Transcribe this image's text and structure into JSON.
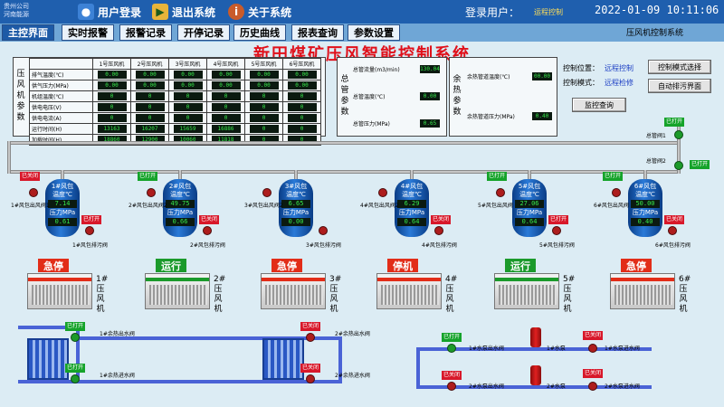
{
  "header": {
    "logo_lines": [
      "贵州公司",
      "河南能源"
    ],
    "buttons": [
      {
        "label": "用户登录",
        "icon": "user-icon"
      },
      {
        "label": "退出系统",
        "icon": "exit-icon"
      },
      {
        "label": "关于系统",
        "icon": "info-icon"
      }
    ],
    "login_label": "登录用户：",
    "login_user": "运程控制",
    "datetime": "2022-01-09  10:11:06"
  },
  "nav": {
    "tabs": [
      "主控界面",
      "实时报警",
      "报警记录",
      "开停记录",
      "历史曲线",
      "报表查询",
      "参数设置"
    ],
    "active": 0,
    "right_text": "压风机控制系统"
  },
  "title": "新田煤矿压风智能控制系统",
  "params_table": {
    "side_label": "压风机参数",
    "headers": [
      "",
      "1号压风机",
      "2号压风机",
      "3号压风机",
      "4号压风机",
      "5号压风机",
      "6号压风机"
    ],
    "rows": [
      {
        "label": "排气温度(℃)",
        "values": [
          "0.00",
          "0.00",
          "0.00",
          "0.00",
          "0.00",
          "0.00"
        ]
      },
      {
        "label": "供气压力(MPa)",
        "values": [
          "0.00",
          "0.00",
          "0.00",
          "0.00",
          "0.00",
          "0.00"
        ]
      },
      {
        "label": "机组温度(℃)",
        "values": [
          "0",
          "0",
          "0",
          "0",
          "0",
          "0"
        ]
      },
      {
        "label": "供电电压(V)",
        "values": [
          "0",
          "0",
          "0",
          "0",
          "0",
          "0"
        ]
      },
      {
        "label": "供电电流(A)",
        "values": [
          "0",
          "0",
          "0",
          "0",
          "0",
          "0"
        ]
      },
      {
        "label": "运行时间(H)",
        "values": [
          "13163",
          "16207",
          "15659",
          "16886",
          "0",
          "0"
        ]
      },
      {
        "label": "加载时间(H)",
        "values": [
          "18860",
          "12900",
          "10060",
          "11818",
          "0",
          "0"
        ]
      }
    ]
  },
  "main_pipe": {
    "side_label": "总管参数",
    "rows": [
      {
        "label": "总管流量(m3/min)",
        "value": "130.04"
      },
      {
        "label": "总管温度(℃)",
        "value": "0.00"
      },
      {
        "label": "总管压力(MPa)",
        "value": "0.65"
      }
    ]
  },
  "waste_heat": {
    "side_label": "余热参数",
    "rows": [
      {
        "label": "余热管道温度(℃)",
        "value": "00.00"
      },
      {
        "label": "余热管道压力(MPa)",
        "value": "0.40"
      }
    ]
  },
  "control": {
    "position_label": "控制位置：",
    "position_value": "远程控制",
    "mode_label": "控制模式：",
    "mode_value": "远程检修",
    "btn_mode_select": "控制模式选择",
    "btn_auto_drain": "自动排污界面",
    "btn_monitor": "监控查询"
  },
  "pipeline": {
    "main_valve_1": "总管阀1",
    "main_valve_2": "总管阀2",
    "state_open": "已打开",
    "state_closed": "已关闭"
  },
  "units": [
    {
      "tank": "1#风包",
      "temp": "7.14",
      "press": "0.61",
      "status": "急停",
      "state": "err",
      "valve_out": "1#风包出风阀1",
      "valve_drain": "1#风包排污阀",
      "name": "1#压风机",
      "top_tag": "已关闭",
      "top_tag_color": "r",
      "side_tag": "已打开"
    },
    {
      "tank": "2#风包",
      "temp": "49.75",
      "press": "0.66",
      "status": "运行",
      "state": "run",
      "valve_out": "2#风包出风阀2",
      "valve_drain": "2#风包排污阀",
      "name": "2#压风机",
      "top_tag": "已打开",
      "top_tag_color": "g",
      "side_tag": "已关闭"
    },
    {
      "tank": "3#风包",
      "temp": "6.65",
      "press": "0.00",
      "status": "急停",
      "state": "err",
      "valve_out": "3#风包出风阀2",
      "valve_drain": "3#风包排污阀",
      "name": "3#压风机",
      "top_tag": "",
      "top_tag_color": "g",
      "side_tag": ""
    },
    {
      "tank": "4#风包",
      "temp": "6.29",
      "press": "0.64",
      "status": "停机",
      "state": "err",
      "valve_out": "4#风包出风阀2",
      "valve_drain": "4#风包排污阀",
      "name": "4#压风机",
      "top_tag": "",
      "top_tag_color": "g",
      "side_tag": "已关闭"
    },
    {
      "tank": "5#风包",
      "temp": "27.06",
      "press": "0.64",
      "status": "运行",
      "state": "run",
      "valve_out": "5#风包出风阀",
      "valve_drain": "5#风包排污阀",
      "name": "5#压风机",
      "top_tag": "已打开",
      "top_tag_color": "g",
      "side_tag": "已打开"
    },
    {
      "tank": "6#风包",
      "temp": "50.00",
      "press": "0.40",
      "status": "急停",
      "state": "err",
      "valve_out": "6#风包出风阀",
      "valve_drain": "6#风包排污阀",
      "name": "6#压风机",
      "top_tag": "已打开",
      "top_tag_color": "g",
      "side_tag": "已关闭"
    }
  ],
  "heat_exchangers": [
    {
      "out_label": "1#余热出水阀",
      "in_label": "1#余热进水阀",
      "tag_top": "已打开",
      "tag_bottom": "已打开"
    },
    {
      "out_label": "2#余热出水阀",
      "in_label": "2#余热进水阀",
      "tag_top": "已关闭",
      "tag_bottom": "已关闭"
    }
  ],
  "pumps": [
    {
      "out_label": "1#水泵出水阀",
      "pump_label": "1#水泵",
      "in_label": "1#水泵进水阀",
      "tag_left": "已打开",
      "tag_right": "已关闭"
    },
    {
      "out_label": "2#水泵出水阀",
      "pump_label": "2#水泵",
      "in_label": "2#水泵进水阀",
      "tag_left": "已关闭",
      "tag_right": "已关闭"
    }
  ],
  "colors": {
    "header": "#1f5fae",
    "run": "#1b9a2b",
    "error": "#e22d18",
    "title": "#e0101a"
  }
}
